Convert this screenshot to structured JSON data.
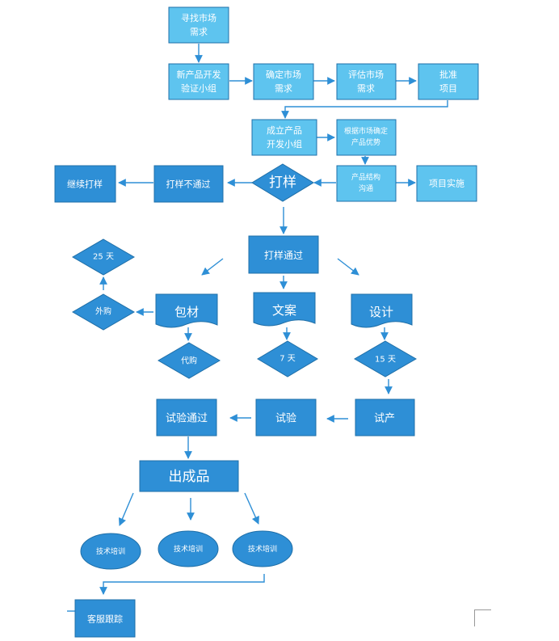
{
  "colors": {
    "light_fill": "#5ec4ef",
    "dark_fill": "#2e8fd6",
    "stroke": "#1f6fa8",
    "arrow": "#2e8fd6",
    "text": "#ffffff"
  },
  "nodes": {
    "find_demand": [
      "寻找市场",
      "需求"
    ],
    "new_product_group": [
      "新产品开发",
      "验证小组"
    ],
    "confirm_demand": [
      "确定市场",
      "需求"
    ],
    "assess_demand": [
      "评估市场",
      "需求"
    ],
    "approve_project": [
      "批准",
      "项目"
    ],
    "dev_group": [
      "成立产品",
      "开发小组"
    ],
    "product_advantage": [
      "根据市场确定",
      "产品优势"
    ],
    "structure_comm": [
      "产品结构",
      "沟通"
    ],
    "project_impl": [
      "项目实施"
    ],
    "sample": [
      "打样"
    ],
    "sample_fail": [
      "打样不通过"
    ],
    "continue_sample": [
      "继续打样"
    ],
    "sample_pass": [
      "打样通过"
    ],
    "packaging": [
      "包材"
    ],
    "copy": [
      "文案"
    ],
    "design": [
      "设计"
    ],
    "days_25": [
      "25 天"
    ],
    "outsource": [
      "外购"
    ],
    "agent_purchase": [
      "代购"
    ],
    "days_7": [
      "7 天"
    ],
    "days_15": [
      "15 天"
    ],
    "trial_production": [
      "试产"
    ],
    "test": [
      "试验"
    ],
    "test_pass": [
      "试验通过"
    ],
    "finished_product": [
      "出成品"
    ],
    "training_1": [
      "技术培训"
    ],
    "training_2": [
      "技术培训"
    ],
    "training_3": [
      "技术培训"
    ],
    "customer_followup": [
      "客服跟踪"
    ]
  }
}
